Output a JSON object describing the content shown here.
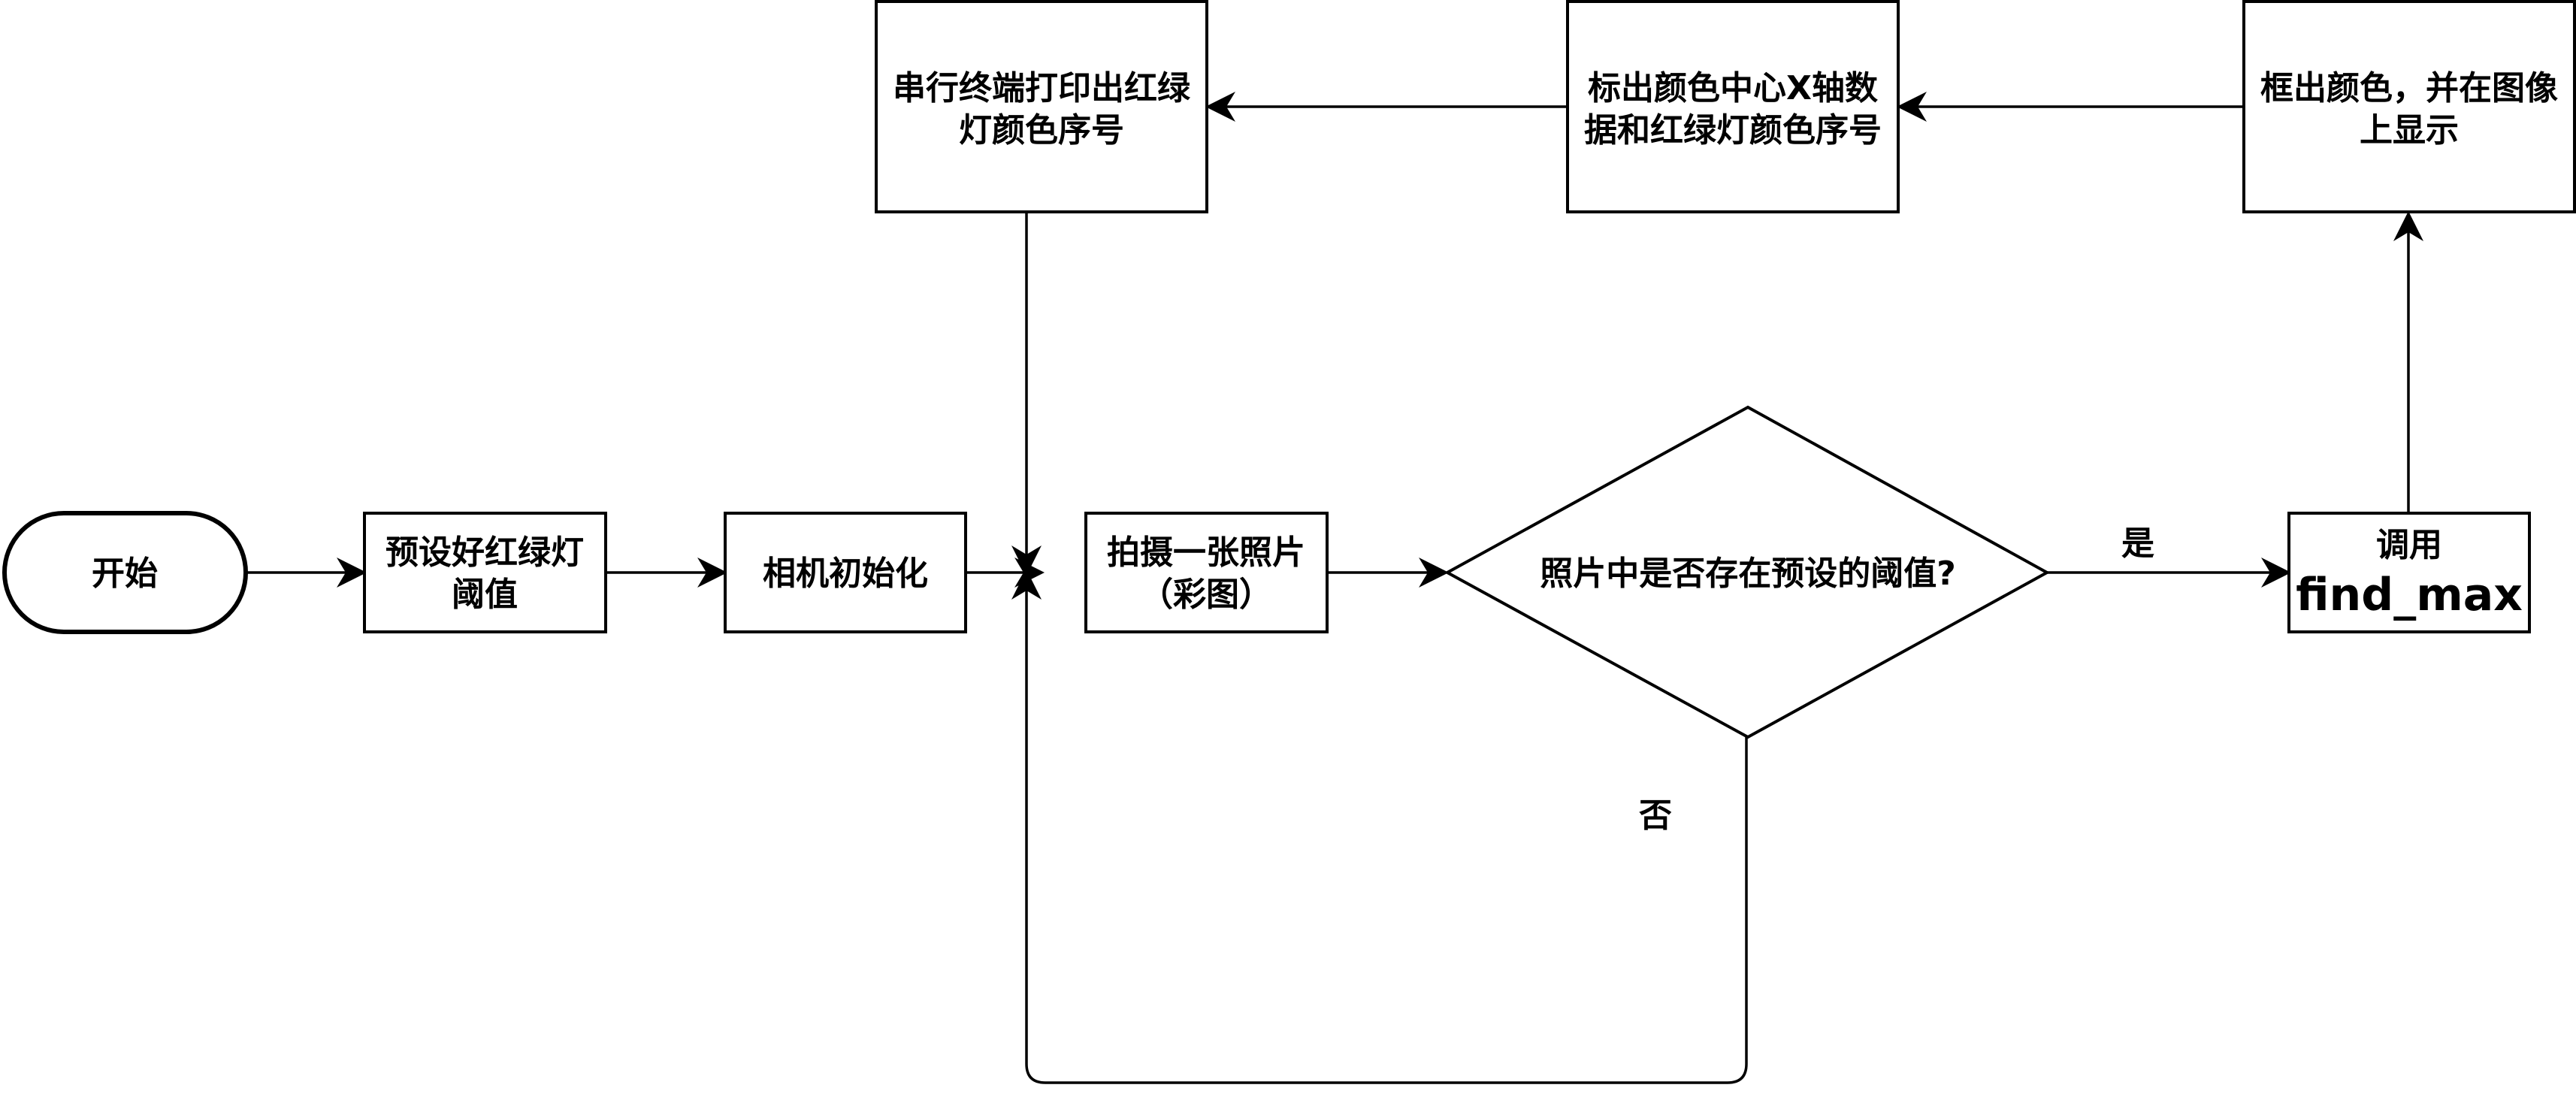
{
  "diagram": {
    "start": {
      "label": "开始"
    },
    "preset_threshold": {
      "line1": "预设好红绿灯",
      "line2": "阈值"
    },
    "camera_init": {
      "label": "相机初始化"
    },
    "take_photo": {
      "line1": "拍摄一张照片",
      "line2": "（彩图）"
    },
    "decision": {
      "label": "照片中是否存在预设的阈值?"
    },
    "call_find_max": {
      "line1": "调用",
      "line2": "find_max"
    },
    "box_color": {
      "line1": "框出颜色，并在图像",
      "line2": "上显示"
    },
    "mark_center": {
      "line1": "标出颜色中心X轴数",
      "line2": "据和红绿灯颜色序号"
    },
    "serial_print": {
      "line1": "串行终端打印出红绿",
      "line2": "灯颜色序号"
    },
    "edge_yes": {
      "label": "是"
    },
    "edge_no": {
      "label": "否"
    }
  }
}
